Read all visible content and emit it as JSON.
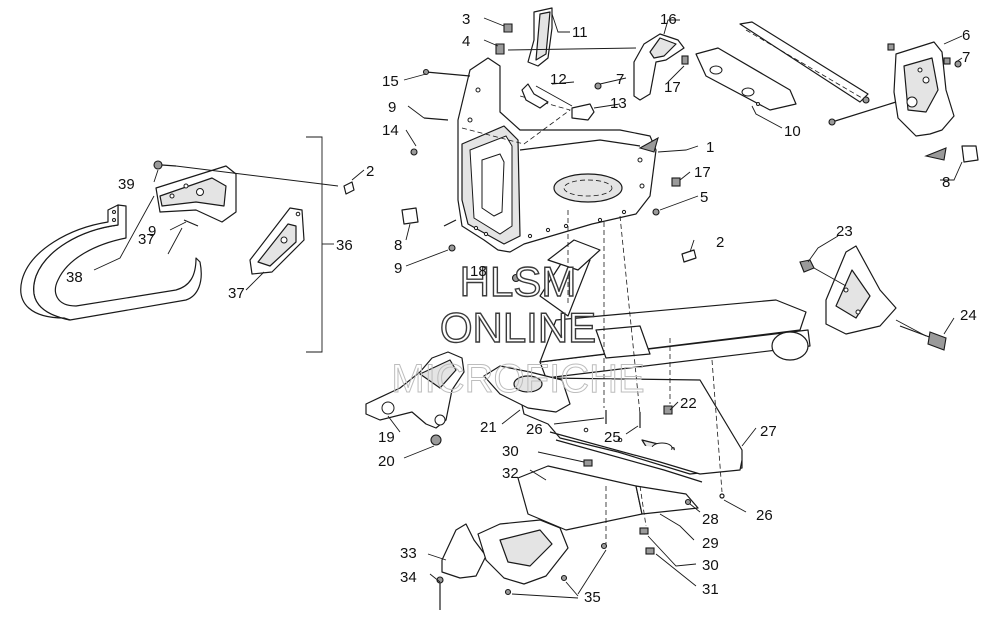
{
  "watermark": {
    "line1": "HLSM",
    "line2": "ONLINE",
    "line3": "MICROFICHE"
  },
  "callouts": [
    {
      "id": "c1",
      "label": "1"
    },
    {
      "id": "c2a",
      "label": "2"
    },
    {
      "id": "c2b",
      "label": "2"
    },
    {
      "id": "c2c",
      "label": "2"
    },
    {
      "id": "c3",
      "label": "3"
    },
    {
      "id": "c4",
      "label": "4"
    },
    {
      "id": "c5",
      "label": "5"
    },
    {
      "id": "c6",
      "label": "6"
    },
    {
      "id": "c7a",
      "label": "7"
    },
    {
      "id": "c7b",
      "label": "7"
    },
    {
      "id": "c8a",
      "label": "8"
    },
    {
      "id": "c8b",
      "label": "8"
    },
    {
      "id": "c9a",
      "label": "9"
    },
    {
      "id": "c9b",
      "label": "9"
    },
    {
      "id": "c9c",
      "label": "9"
    },
    {
      "id": "c10",
      "label": "10"
    },
    {
      "id": "c11",
      "label": "11"
    },
    {
      "id": "c12",
      "label": "12"
    },
    {
      "id": "c13",
      "label": "13"
    },
    {
      "id": "c14",
      "label": "14"
    },
    {
      "id": "c15",
      "label": "15"
    },
    {
      "id": "c16",
      "label": "16"
    },
    {
      "id": "c17a",
      "label": "17"
    },
    {
      "id": "c17b",
      "label": "17"
    },
    {
      "id": "c18",
      "label": "18"
    },
    {
      "id": "c19",
      "label": "19"
    },
    {
      "id": "c20",
      "label": "20"
    },
    {
      "id": "c21",
      "label": "21"
    },
    {
      "id": "c22",
      "label": "22"
    },
    {
      "id": "c23",
      "label": "23"
    },
    {
      "id": "c24",
      "label": "24"
    },
    {
      "id": "c25",
      "label": "25"
    },
    {
      "id": "c26a",
      "label": "26"
    },
    {
      "id": "c26b",
      "label": "26"
    },
    {
      "id": "c27",
      "label": "27"
    },
    {
      "id": "c28",
      "label": "28"
    },
    {
      "id": "c29",
      "label": "29"
    },
    {
      "id": "c30a",
      "label": "30"
    },
    {
      "id": "c30b",
      "label": "30"
    },
    {
      "id": "c31",
      "label": "31"
    },
    {
      "id": "c32",
      "label": "32"
    },
    {
      "id": "c33",
      "label": "33"
    },
    {
      "id": "c34",
      "label": "34"
    },
    {
      "id": "c35",
      "label": "35"
    },
    {
      "id": "c36",
      "label": "36"
    },
    {
      "id": "c37a",
      "label": "37"
    },
    {
      "id": "c37b",
      "label": "37"
    },
    {
      "id": "c38",
      "label": "38"
    },
    {
      "id": "c39",
      "label": "39"
    }
  ]
}
